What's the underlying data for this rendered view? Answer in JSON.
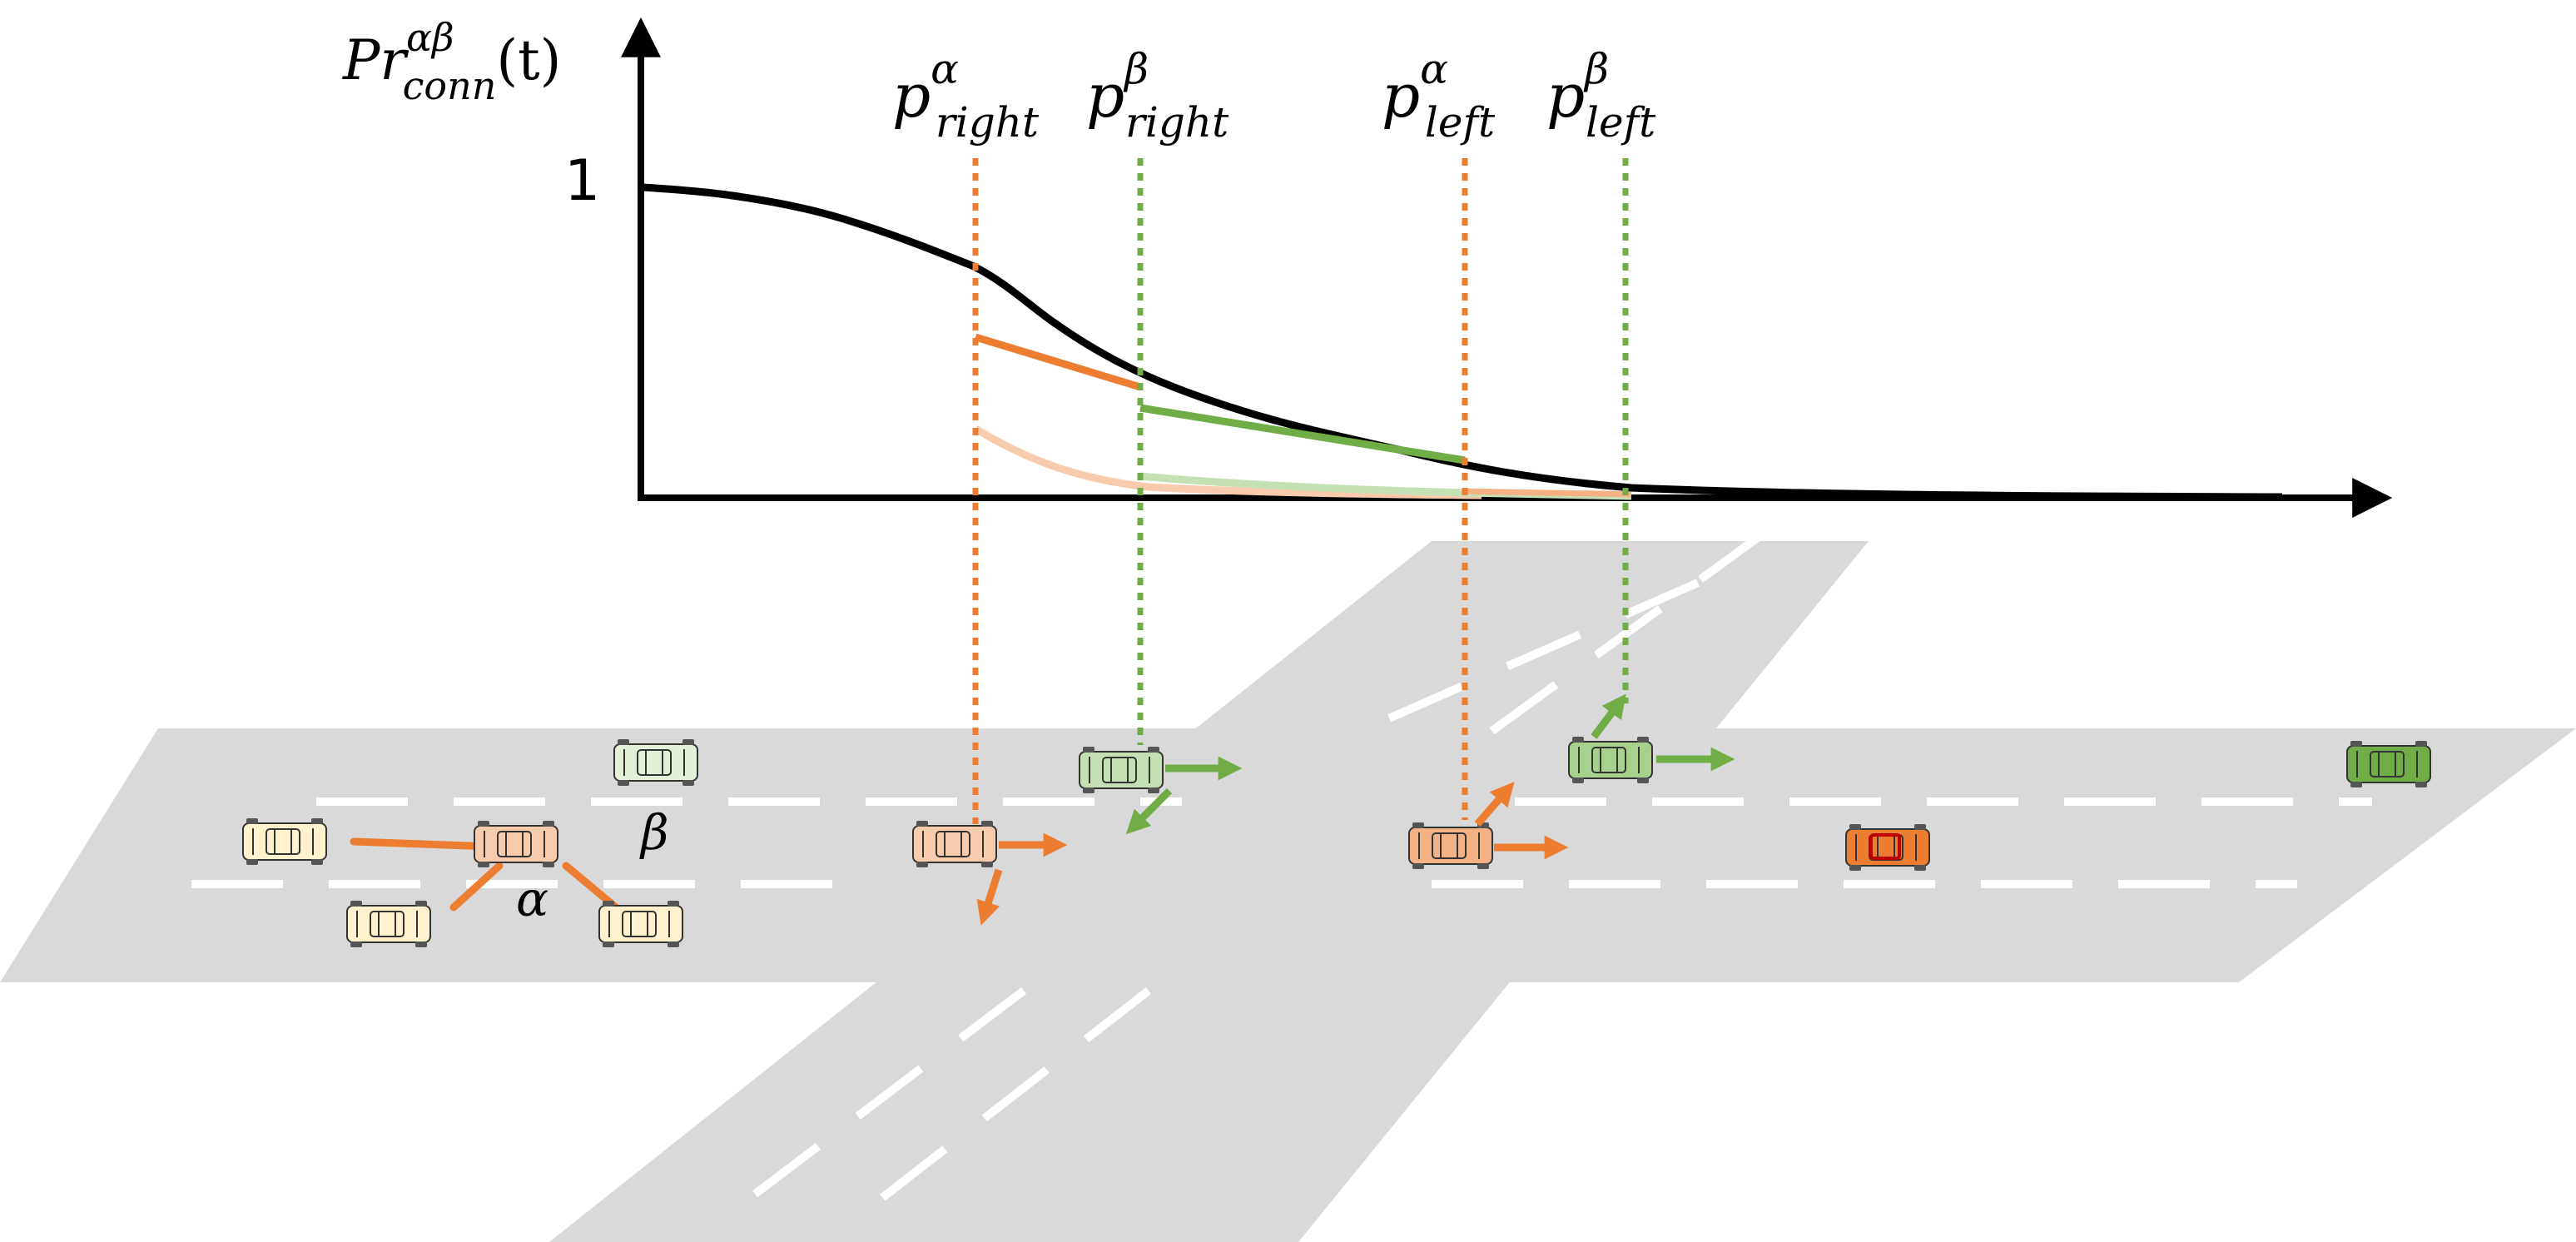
{
  "labels": {
    "y_axis_main": "Pr",
    "y_axis_sup": "αβ",
    "y_axis_sub": "conn",
    "y_axis_arg": "(t)",
    "y_tick_one": "1",
    "p_right_alpha": {
      "base": "p",
      "sup": "α",
      "sub": "right"
    },
    "p_right_beta": {
      "base": "p",
      "sup": "β",
      "sub": "right"
    },
    "p_left_alpha": {
      "base": "p",
      "sup": "α",
      "sub": "left"
    },
    "p_left_beta": {
      "base": "p",
      "sup": "β",
      "sub": "left"
    },
    "vehicle_alpha": "α",
    "vehicle_beta": "β"
  },
  "colors": {
    "alpha_series": "#ED7D31",
    "alpha_series_faded": "#F8CBAD",
    "beta_series": "#70AD47",
    "beta_series_faded": "#C5E0B4",
    "total_curve": "#000000",
    "road": "#D9D9D9",
    "lane_marking": "#FFFFFF",
    "car_neighbor": "#FFF2CC",
    "car_alpha": "#F8CBAD",
    "car_beta": "#C5E0B4",
    "car_target_dark": "#ED7D31",
    "car_green_dark": "#70AD47"
  },
  "icons": [
    "car-icon",
    "arrow-icon"
  ]
}
